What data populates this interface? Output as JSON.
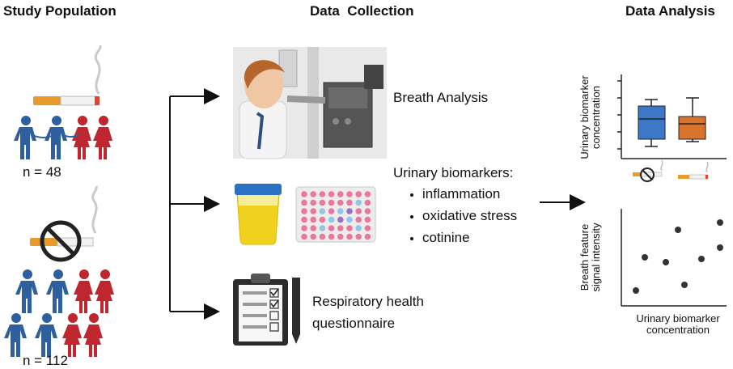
{
  "headers": {
    "study_population": "Study Population",
    "data_collection": "Data  Collection",
    "data_analysis": "Data Analysis"
  },
  "population": {
    "smokers_n": "n = 48",
    "nonsmokers_n": "n = 112"
  },
  "collection": {
    "breath": "Breath Analysis",
    "urinary_title": "Urinary biomarkers:",
    "urinary_items": [
      "inflammation",
      "oxidative stress",
      "cotinine"
    ],
    "questionnaire_line1": "Respiratory health",
    "questionnaire_line2": "questionnaire"
  },
  "analysis": {
    "boxplot_ylabel_line1": "Urinary biomarker",
    "boxplot_ylabel_line2": "concentration",
    "scatter_ylabel_line1": "Breath feature",
    "scatter_ylabel_line2": "signal intensity",
    "scatter_xlabel_line1": "Urinary biomarker",
    "scatter_xlabel_line2": "concentration"
  },
  "colors": {
    "male": "#2e5f9e",
    "female": "#c0262d",
    "box_nonsmoker": "#3d78c8",
    "box_smoker": "#d9742f",
    "arrow": "#111111"
  }
}
